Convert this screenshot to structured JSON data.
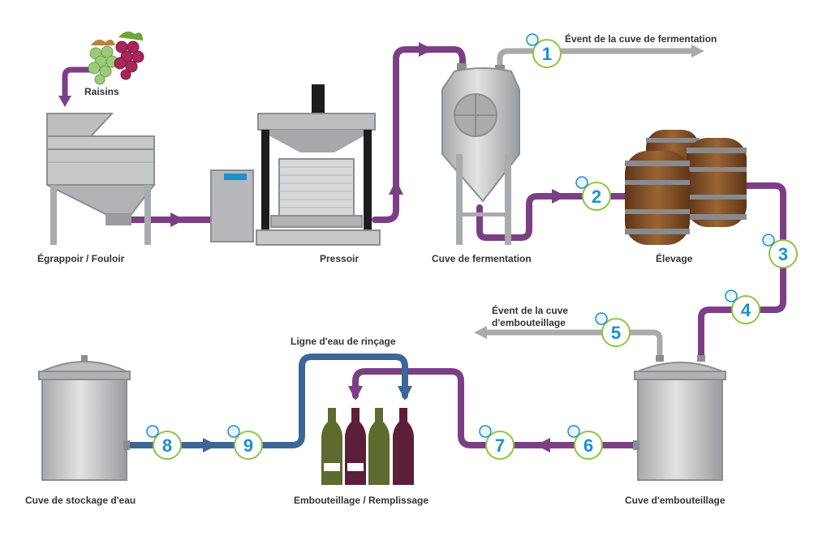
{
  "labels": {
    "raisins": "Raisins",
    "egrappoir": "Égrappoir / Fouloir",
    "pressoir": "Pressoir",
    "cuve_fermentation": "Cuve de fermentation",
    "elevage": "Élevage",
    "event_fermentation": "Évent de la cuve de fermentation",
    "event_embouteillage_line1": "Évent de la cuve",
    "event_embouteillage_line2": "d'embouteillage",
    "ligne_eau": "Ligne d'eau de rinçage",
    "cuve_stockage": "Cuve de stockage d'eau",
    "embouteillage": "Embouteillage / Remplissage",
    "cuve_embouteillage": "Cuve d'embouteillage"
  },
  "markers": [
    "1",
    "2",
    "3",
    "4",
    "5",
    "6",
    "7",
    "8",
    "9"
  ],
  "colors": {
    "wine_pipe": "#7c3f86",
    "water_pipe": "#3c6697",
    "vent_pipe": "#a9aaac",
    "equipment": "#bcbec0",
    "equipment_dark": "#8c8e91",
    "marker_text": "#1a90d0",
    "marker_ring": "#8cc63e",
    "label_text": "#333333",
    "barrel_wood": "#7a4a25",
    "bottle_green": "#5d6b2f",
    "bottle_red": "#5b1f3a"
  },
  "icons": [
    "grapes-icon",
    "flow-arrow-icon",
    "sensor-marker-icon",
    "barrel-icon",
    "bottle-icon"
  ]
}
